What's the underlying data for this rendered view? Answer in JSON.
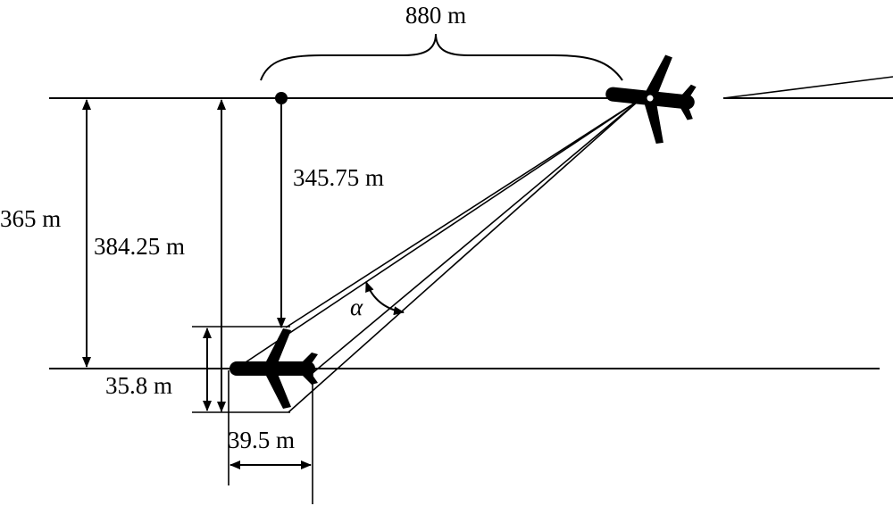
{
  "labels": {
    "separation": "880 m",
    "vertical_upper": "345.75 m",
    "vertical_total_left": "365 m",
    "vertical_total_mid": "384.25 m",
    "aircraft_height": "35.8 m",
    "aircraft_length": "39.5 m",
    "angle": "α"
  },
  "colors": {
    "ink": "#000000",
    "background": "#ffffff"
  }
}
